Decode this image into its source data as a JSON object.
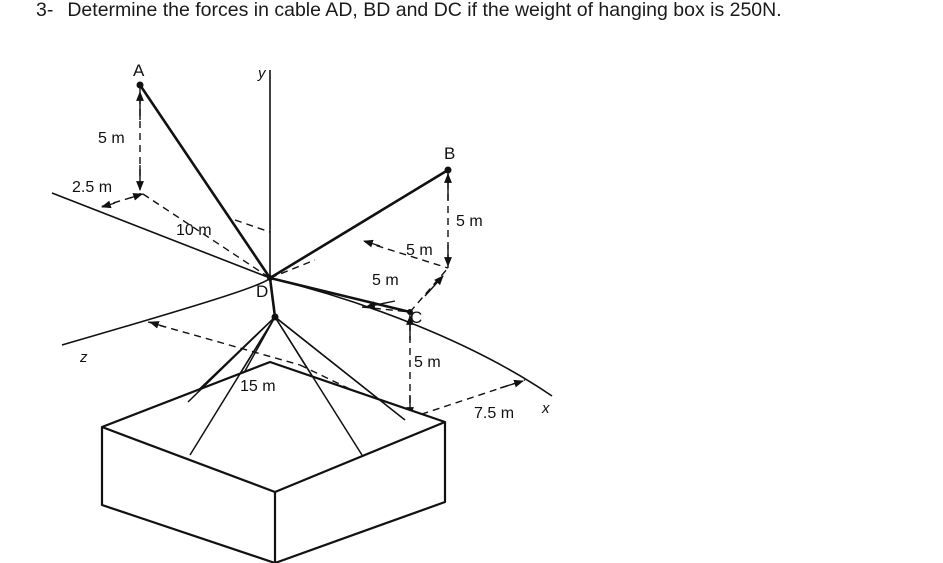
{
  "problem": {
    "number": "3-",
    "text": "Determine the forces in cable AD, BD and DC if the weight of hanging box is 250N."
  },
  "figure": {
    "points": {
      "A": "A",
      "B": "B",
      "C": "C",
      "D": "D"
    },
    "axes": {
      "x": "x",
      "y": "y",
      "z": "z"
    },
    "dimensions": {
      "a_height": "5 m",
      "a_offset": "2.5 m",
      "ten": "10 m",
      "b_height": "5 m",
      "b_offset": "5 m",
      "c_offset": "5 m",
      "c_height": "5 m",
      "fifteen": "15 m",
      "seven_half": "7.5 m"
    }
  }
}
